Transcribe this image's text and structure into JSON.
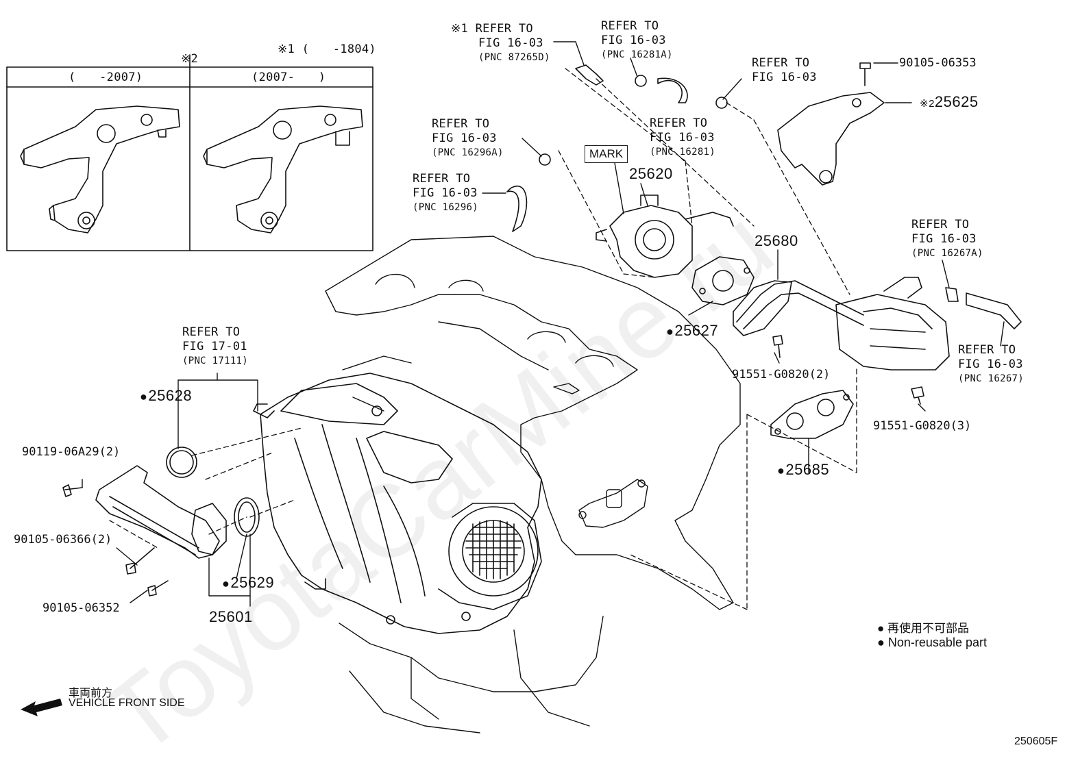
{
  "inset": {
    "top_note": "※1 (　　-1804)",
    "note2": "※2",
    "left_header": "(　　-2007)",
    "right_header": "(2007-　　)"
  },
  "refs": {
    "r87265d": {
      "mark": "※1",
      "l1": "REFER TO",
      "l2": "FIG 16-03",
      "pnc": "(PNC 87265D)"
    },
    "r16281a": {
      "l1": "REFER TO",
      "l2": "FIG 16-03",
      "pnc": "(PNC 16281A)"
    },
    "r_upper": {
      "l1": "REFER TO",
      "l2": "FIG 16-03"
    },
    "r16281": {
      "l1": "REFER TO",
      "l2": "FIG 16-03",
      "pnc": "(PNC 16281)"
    },
    "r16296a": {
      "l1": "REFER TO",
      "l2": "FIG 16-03",
      "pnc": "(PNC 16296A)"
    },
    "r16296": {
      "l1": "REFER TO",
      "l2": "FIG 16-03",
      "pnc": "(PNC 16296)"
    },
    "r16267a": {
      "l1": "REFER TO",
      "l2": "FIG 16-03",
      "pnc": "(PNC 16267A)"
    },
    "r16267": {
      "l1": "REFER TO",
      "l2": "FIG 16-03",
      "pnc": "(PNC 16267)"
    },
    "r17111": {
      "l1": "REFER TO",
      "l2": "FIG 17-01",
      "pnc": "(PNC 17111)"
    }
  },
  "parts": {
    "p25625": "25625",
    "p25625_mark": "※2",
    "p25620": "25620",
    "p25680": "25680",
    "p25627": "25627",
    "p25628": "25628",
    "p25629": "25629",
    "p25601": "25601",
    "p25685": "25685",
    "b9010506353": "90105-06353",
    "b91551_2": "91551-G0820(2)",
    "b91551_3": "91551-G0820(3)",
    "b9011906a29": "90119-06A29(2)",
    "b9010506366": "90105-06366(2)",
    "b9010506352": "90105-06352"
  },
  "mark_label": "MARK",
  "legend": {
    "jp": "再使用不可部品",
    "en": "Non-reusable part"
  },
  "direction": {
    "jp": "車両前方",
    "en": "VEHICLE FRONT SIDE"
  },
  "figure_code": "250605F",
  "watermark": "ToyotaCarMine.ru"
}
